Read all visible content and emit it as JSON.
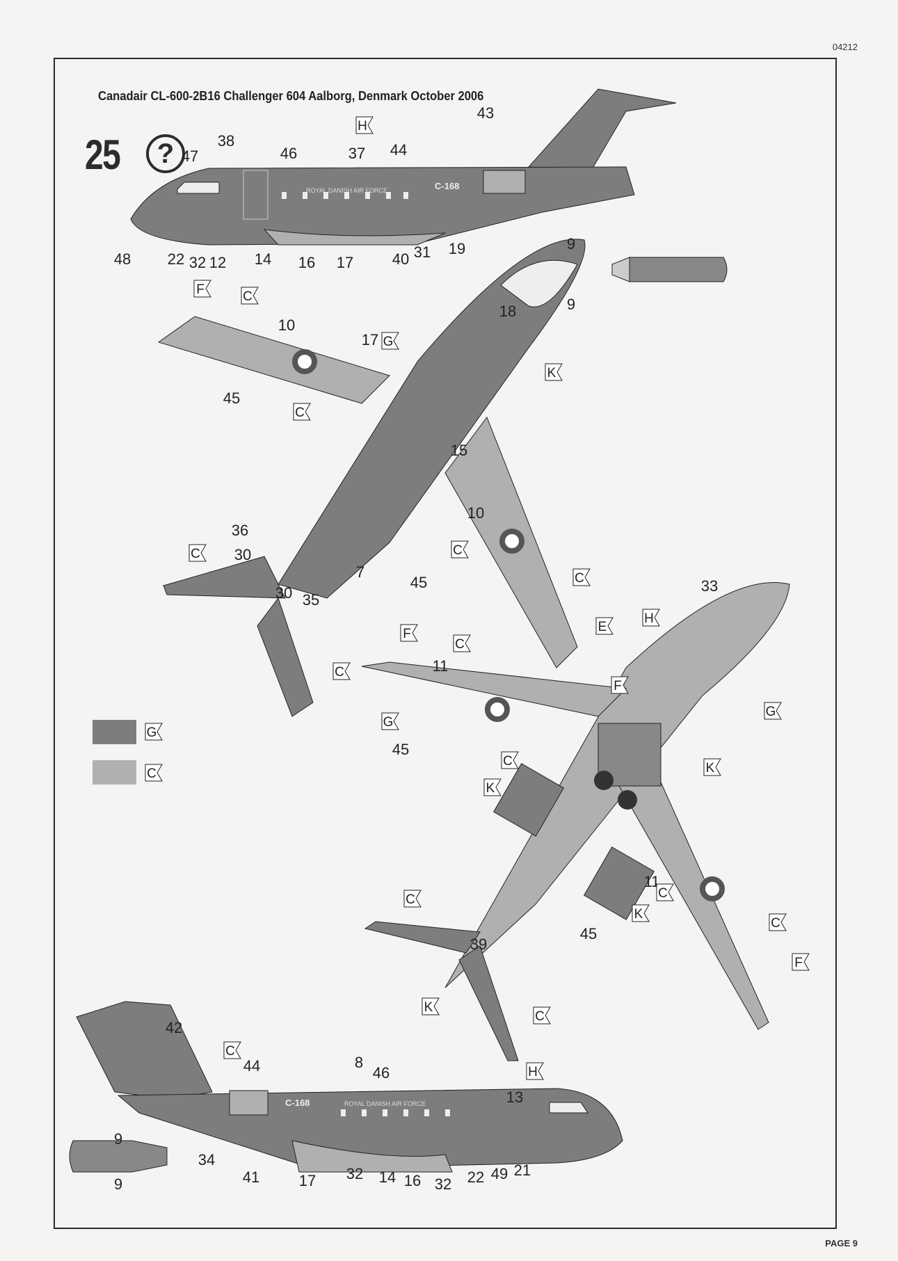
{
  "header": {
    "code": "04212",
    "page": "PAGE 9"
  },
  "title": "Canadair CL-600-2B16 Challenger 604 Aalborg, Denmark October 2006",
  "step": {
    "number": "25",
    "help_symbol": "?"
  },
  "aircraft_markings": {
    "fuselage_text": "ROYAL DANISH AIR FORCE",
    "registration": "C-168"
  },
  "colors": {
    "G": "#7d7d7d",
    "C": "#b0b0b0",
    "K": "#5c5c5c",
    "ink": "#222222"
  },
  "legend": [
    {
      "code": "G"
    },
    {
      "code": "C"
    }
  ],
  "callouts": [
    "47",
    "38",
    "46",
    "37",
    "44",
    "43",
    "48",
    "22",
    "32",
    "12",
    "14",
    "16",
    "17",
    "40",
    "31",
    "9",
    "9",
    "19",
    "18",
    "10",
    "17",
    "45",
    "15",
    "10",
    "36",
    "30",
    "30",
    "35",
    "7",
    "45",
    "33",
    "11",
    "45",
    "39",
    "11",
    "45",
    "42",
    "44",
    "8",
    "46",
    "13",
    "34",
    "41",
    "17",
    "32",
    "14",
    "16",
    "32",
    "22",
    "49",
    "21",
    "9",
    "9"
  ],
  "flags": [
    "H",
    "H",
    "C",
    "F",
    "C",
    "G",
    "K",
    "C",
    "C",
    "C",
    "C",
    "C",
    "F",
    "C",
    "E",
    "H",
    "G",
    "G",
    "F",
    "K",
    "C",
    "K",
    "C",
    "K",
    "C",
    "F",
    "C",
    "K",
    "C"
  ]
}
